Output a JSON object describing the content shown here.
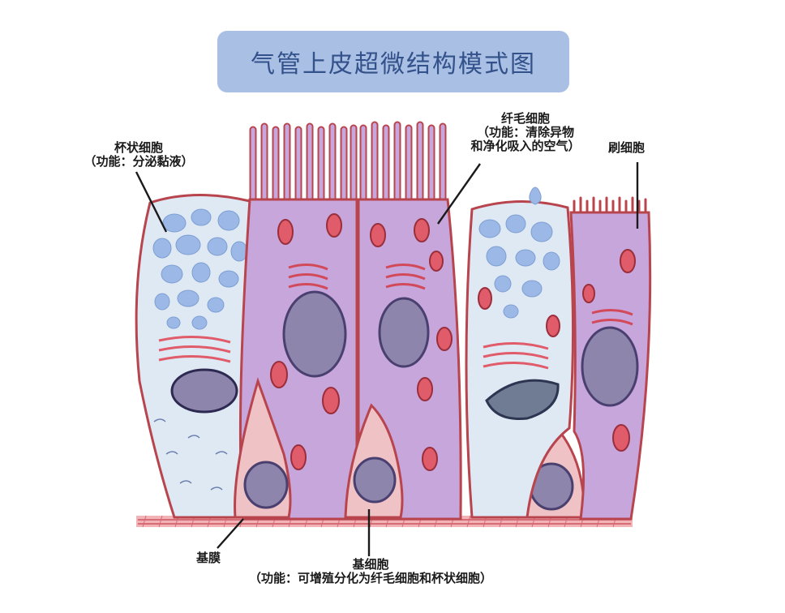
{
  "title": "气管上皮超微结构模式图",
  "labels": {
    "goblet_name": "杯状细胞",
    "goblet_function": "（功能：分泌黏液）",
    "ciliated_name": "纤毛细胞",
    "ciliated_function_1": "（功能：清除异物",
    "ciliated_function_2": "和净化吸入的空气）",
    "brush_name": "刷细胞",
    "basement_membrane": "基膜",
    "basal_name": "基细胞",
    "basal_function": "（功能：可增殖分化为纤毛细胞和杯状细胞）"
  },
  "colors": {
    "title_bg": "#a9bfe3",
    "title_text": "#33518a",
    "ciliated_cell": "#c7a6dc",
    "goblet_cell": "#dfe9f4",
    "basal_cell": "#efc2c6",
    "cell_outline": "#b8454e",
    "nucleus": "#8d85ab",
    "mitochondria": "#e15c6a",
    "mucus_granule": "#9cb8e6"
  }
}
